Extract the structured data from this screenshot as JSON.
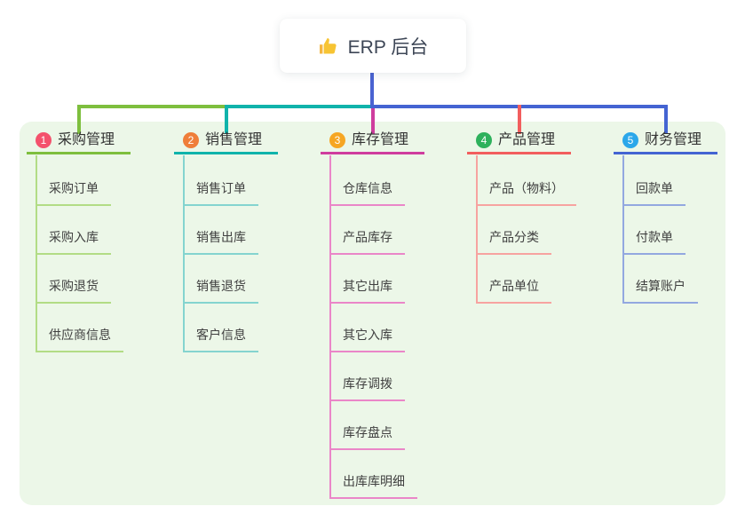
{
  "root": {
    "title": "ERP 后台",
    "icon": "thumbs-up-icon",
    "icon_color": "#f5b63f"
  },
  "branches": [
    {
      "number": "1",
      "title": "采购管理",
      "badge_color": "#f4516c",
      "line_color": "#7ebf3e",
      "child_line_color": "#b2dc85",
      "children": [
        "采购订单",
        "采购入库",
        "采购退货",
        "供应商信息"
      ]
    },
    {
      "number": "2",
      "title": "销售管理",
      "badge_color": "#ef7e3a",
      "line_color": "#10b3ab",
      "child_line_color": "#84d4cf",
      "children": [
        "销售订单",
        "销售出库",
        "销售退货",
        "客户信息"
      ]
    },
    {
      "number": "3",
      "title": "库存管理",
      "badge_color": "#f6a623",
      "line_color": "#cf3d9e",
      "child_line_color": "#ea86c8",
      "children": [
        "仓库信息",
        "产品库存",
        "其它出库",
        "其它入库",
        "库存调拨",
        "库存盘点",
        "出库库明细"
      ]
    },
    {
      "number": "4",
      "title": "产品管理",
      "badge_color": "#2eb15c",
      "line_color": "#f25e5e",
      "child_line_color": "#f7a3a0",
      "children": [
        "产品（物料）",
        "产品分类",
        "产品单位"
      ]
    },
    {
      "number": "5",
      "title": "财务管理",
      "badge_color": "#2ba7ea",
      "line_color": "#4464d2",
      "child_line_color": "#93a8e0",
      "children": [
        "回款单",
        "付款单",
        "结算账户"
      ]
    }
  ],
  "colors": {
    "panel_background": "#ecf7e8",
    "root_connector": "#4a63d2",
    "title_text": "#333333",
    "child_text": "#404040"
  }
}
